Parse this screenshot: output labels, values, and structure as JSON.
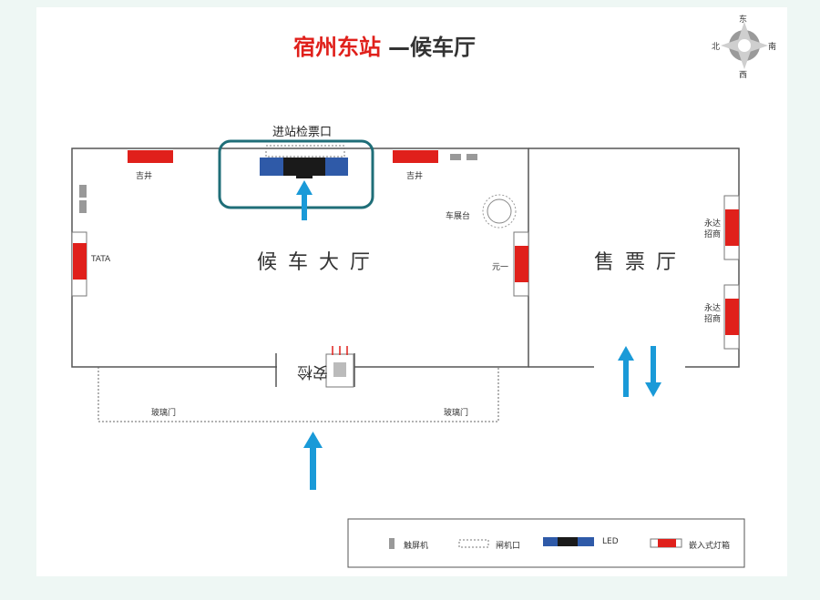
{
  "title": {
    "station": "宿州东站",
    "hall": "—候车厅"
  },
  "compass": {
    "north": "北",
    "east": "东",
    "south": "南",
    "west": "西"
  },
  "rooms": {
    "waiting_hall": "候车大厅",
    "ticket_hall": "售票厅",
    "entrance_gates": "进站检票口",
    "security_check": "安检",
    "car_display": "车展台"
  },
  "tenants": {
    "jijing_left": "吉井",
    "jijing_right": "吉井",
    "tata": "TATA",
    "yuanyi": "元一",
    "yongda_1": "永达\n招商",
    "yongda_2": "永达\n招商"
  },
  "doors": {
    "glass_left": "玻璃门",
    "glass_right": "玻璃门"
  },
  "legend": [
    {
      "icon": "touch-screen",
      "label": "触屏机"
    },
    {
      "icon": "gate",
      "label": "闸机口"
    },
    {
      "icon": "led",
      "label": "LED"
    },
    {
      "icon": "lightbox",
      "label": "嵌入式灯箱"
    }
  ],
  "colors": {
    "accent_red": "#e0201b",
    "arrow_blue": "#1a9ad8",
    "highlight_teal": "#1f6e78",
    "led_blue": "#2f5aa8",
    "wall": "#555555"
  }
}
